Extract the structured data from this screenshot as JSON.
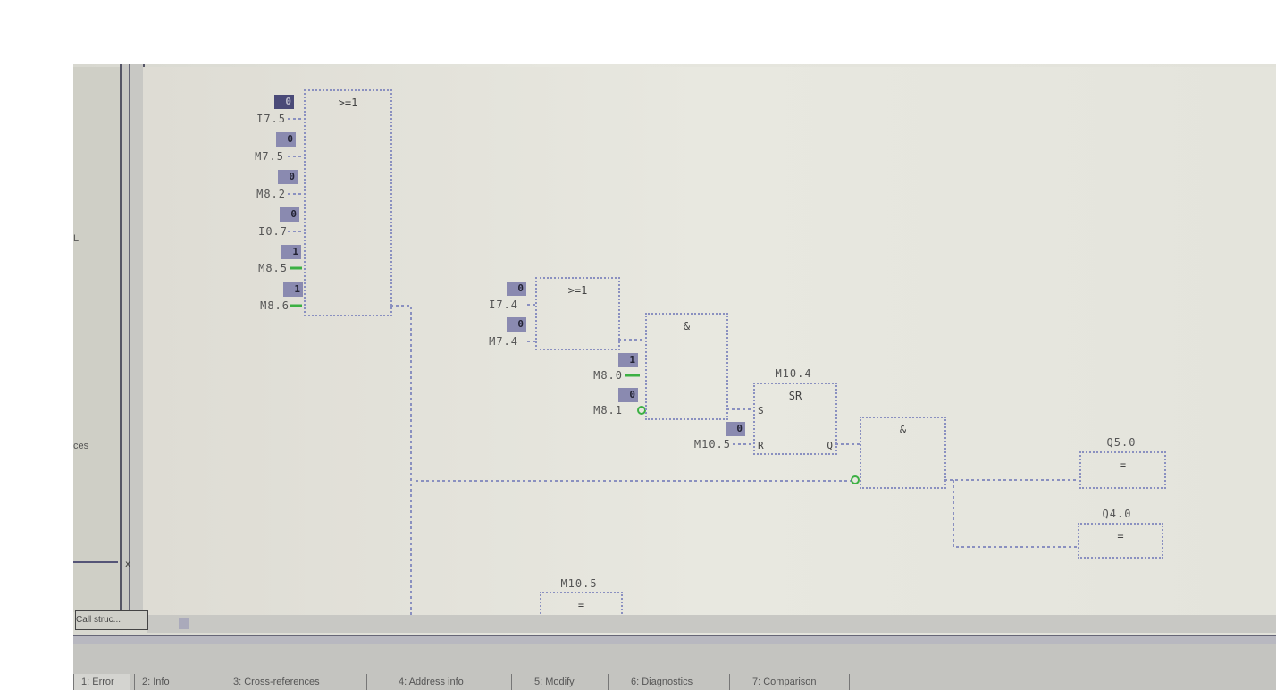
{
  "left_panel": {
    "text_l": "L",
    "text_ces": "ces",
    "call_tab": "Call struc..."
  },
  "network": {
    "or1": {
      "title": ">=1",
      "inputs": [
        {
          "addr": "I7.5",
          "value": "0"
        },
        {
          "addr": "M7.5",
          "value": "0"
        },
        {
          "addr": "M8.2",
          "value": "0"
        },
        {
          "addr": "I0.7",
          "value": "0"
        },
        {
          "addr": "M8.5",
          "value": "1"
        },
        {
          "addr": "M8.6",
          "value": "1"
        }
      ]
    },
    "or2": {
      "title": ">=1",
      "inputs": [
        {
          "addr": "I7.4",
          "value": "0"
        },
        {
          "addr": "M7.4",
          "value": "0"
        }
      ]
    },
    "and1": {
      "title": "&",
      "inputs": [
        {
          "addr": "M8.0",
          "value": "1"
        },
        {
          "addr": "M8.1",
          "value": "0"
        }
      ]
    },
    "sr": {
      "addr": "M10.4",
      "title": "SR",
      "s": "S",
      "r": "R",
      "q": "Q",
      "reset": {
        "addr": "M10.5",
        "value": "0"
      }
    },
    "and2": {
      "title": "&"
    },
    "coils": [
      {
        "addr": "Q5.0",
        "symbol": "="
      },
      {
        "addr": "Q4.0",
        "symbol": "="
      },
      {
        "addr": "M10.5",
        "symbol": "="
      }
    ]
  },
  "tabs": [
    "1: Error",
    "2: Info",
    "3: Cross-references",
    "4: Address info",
    "5: Modify",
    "6: Diagnostics",
    "7: Comparison"
  ],
  "colors": {
    "badge": "#8a8ab0",
    "wire": "#8a90c0",
    "signal_true": "#3cb043"
  }
}
